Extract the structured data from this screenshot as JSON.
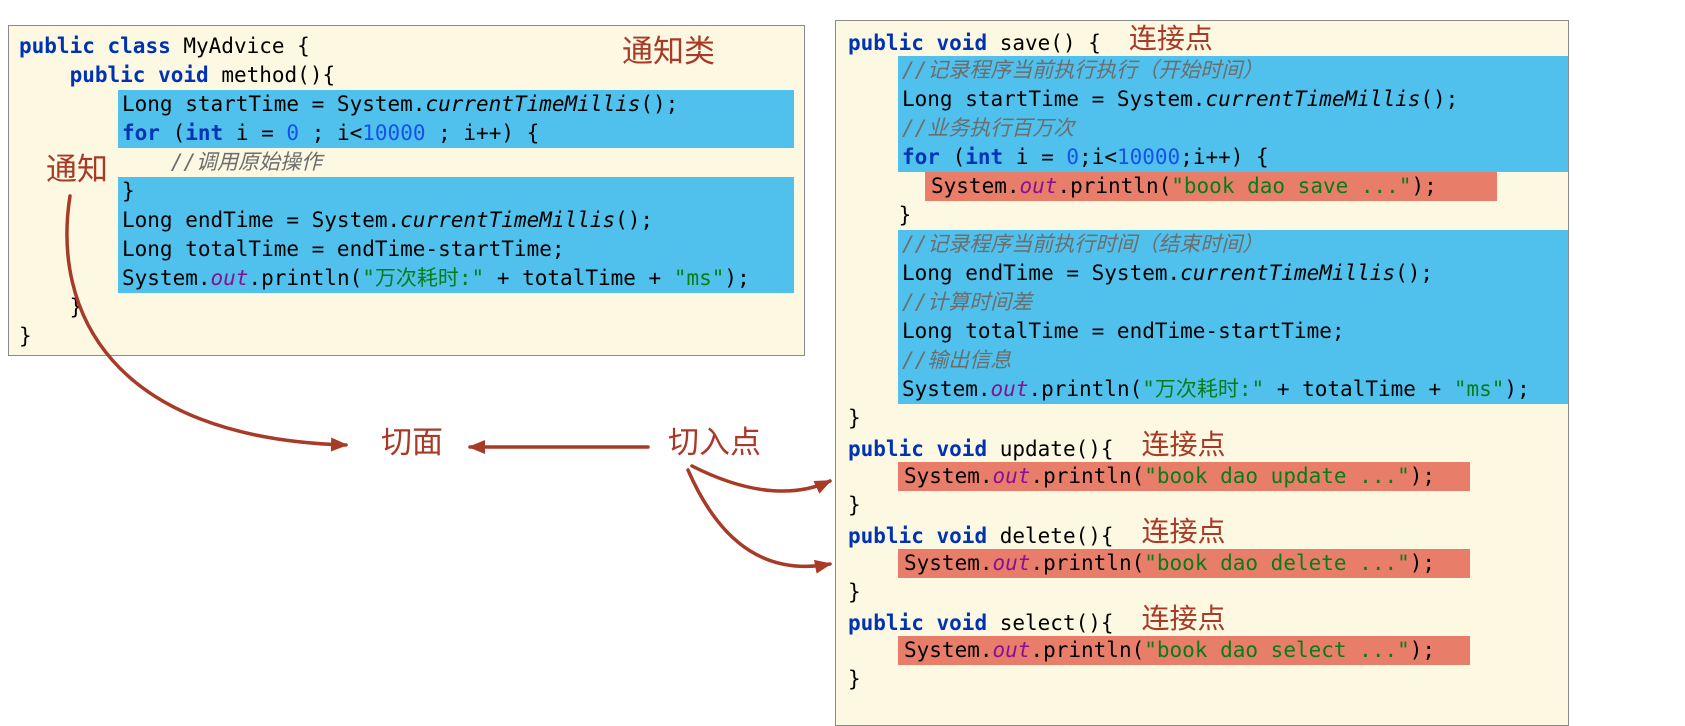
{
  "labels": {
    "advice_class": "通知类",
    "advice": "通知",
    "aspect": "切面",
    "pointcut": "切入点",
    "join_point": "连接点"
  },
  "colors": {
    "panel_bg": "#FCF8E1",
    "hl_blue": "#4FC1EC",
    "hl_red": "#E87E6A",
    "keyword": "#0033B3",
    "number": "#1750EB",
    "string": "#067D17",
    "comment": "#6d6d6d",
    "field": "#871094",
    "label_red": "#A83A28"
  },
  "left_panel": {
    "lines": [
      {
        "hl": "",
        "tokens": [
          [
            "k",
            "public"
          ],
          [
            "p",
            " "
          ],
          [
            "k",
            "class"
          ],
          [
            "p",
            " MyAdvice {"
          ]
        ]
      },
      {
        "hl": "",
        "tokens": [
          [
            "p",
            "    "
          ],
          [
            "k",
            "public"
          ],
          [
            "p",
            " "
          ],
          [
            "k",
            "void"
          ],
          [
            "p",
            " method(){"
          ]
        ]
      },
      {
        "hl": "blue",
        "tokens": [
          [
            "p",
            "Long startTime = System."
          ],
          [
            "i",
            "currentTimeMillis"
          ],
          [
            "p",
            "();"
          ]
        ]
      },
      {
        "hl": "blue",
        "tokens": [
          [
            "k",
            "for"
          ],
          [
            "p",
            " ("
          ],
          [
            "k",
            "int"
          ],
          [
            "p",
            " i = "
          ],
          [
            "n",
            "0"
          ],
          [
            "p",
            " ; i<"
          ],
          [
            "n",
            "10000"
          ],
          [
            "p",
            " ; i++) {"
          ]
        ]
      },
      {
        "hl": "",
        "tokens": [
          [
            "c",
            "            //调用原始操作"
          ]
        ]
      },
      {
        "hl": "blue",
        "tokens": [
          [
            "p",
            "}"
          ]
        ]
      },
      {
        "hl": "blue",
        "tokens": [
          [
            "p",
            "Long endTime = System."
          ],
          [
            "i",
            "currentTimeMillis"
          ],
          [
            "p",
            "();"
          ]
        ]
      },
      {
        "hl": "blue",
        "tokens": [
          [
            "p",
            "Long totalTime = endTime-startTime;"
          ]
        ]
      },
      {
        "hl": "blue",
        "tokens": [
          [
            "p",
            "System."
          ],
          [
            "f",
            "out"
          ],
          [
            "p",
            ".println("
          ],
          [
            "s",
            "\"万次耗时:\""
          ],
          [
            "p",
            " + totalTime + "
          ],
          [
            "s",
            "\"ms\""
          ],
          [
            "p",
            ");"
          ]
        ]
      },
      {
        "hl": "",
        "tokens": [
          [
            "p",
            "    }"
          ]
        ]
      },
      {
        "hl": "",
        "tokens": [
          [
            "p",
            "}"
          ]
        ]
      }
    ]
  },
  "right_panel": {
    "lines": [
      {
        "hl": "",
        "label": true,
        "tokens": [
          [
            "k",
            "public"
          ],
          [
            "p",
            " "
          ],
          [
            "k",
            "void"
          ],
          [
            "p",
            " save() {"
          ]
        ]
      },
      {
        "hl": "blue",
        "tokens": [
          [
            "c",
            "//记录程序当前执行执行（开始时间）"
          ]
        ]
      },
      {
        "hl": "blue",
        "tokens": [
          [
            "p",
            "Long startTime = System."
          ],
          [
            "i",
            "currentTimeMillis"
          ],
          [
            "p",
            "();"
          ]
        ]
      },
      {
        "hl": "blue",
        "tokens": [
          [
            "c",
            "//业务执行百万次"
          ]
        ]
      },
      {
        "hl": "blue",
        "tokens": [
          [
            "k",
            "for"
          ],
          [
            "p",
            " ("
          ],
          [
            "k",
            "int"
          ],
          [
            "p",
            " i = "
          ],
          [
            "n",
            "0"
          ],
          [
            "p",
            ";i<"
          ],
          [
            "n",
            "10000"
          ],
          [
            "p",
            ";i++) {"
          ]
        ]
      },
      {
        "hl": "redd",
        "tokens": [
          [
            "p",
            "System."
          ],
          [
            "f",
            "out"
          ],
          [
            "p",
            ".println("
          ],
          [
            "s",
            "\"book dao save ...\""
          ],
          [
            "p",
            ");"
          ]
        ]
      },
      {
        "hl": "",
        "tokens": [
          [
            "p",
            "    }"
          ]
        ]
      },
      {
        "hl": "blue",
        "tokens": [
          [
            "c",
            "//记录程序当前执行时间（结束时间）"
          ]
        ]
      },
      {
        "hl": "blue",
        "tokens": [
          [
            "p",
            "Long endTime = System."
          ],
          [
            "i",
            "currentTimeMillis"
          ],
          [
            "p",
            "();"
          ]
        ]
      },
      {
        "hl": "blue",
        "tokens": [
          [
            "c",
            "//计算时间差"
          ]
        ]
      },
      {
        "hl": "blue",
        "tokens": [
          [
            "p",
            "Long totalTime = endTime-startTime;"
          ]
        ]
      },
      {
        "hl": "blue",
        "tokens": [
          [
            "c",
            "//输出信息"
          ]
        ]
      },
      {
        "hl": "blue",
        "tokens": [
          [
            "p",
            "System."
          ],
          [
            "f",
            "out"
          ],
          [
            "p",
            ".println("
          ],
          [
            "s",
            "\"万次耗时:\""
          ],
          [
            "p",
            " + totalTime + "
          ],
          [
            "s",
            "\"ms\""
          ],
          [
            "p",
            ");"
          ]
        ]
      },
      {
        "hl": "",
        "tokens": [
          [
            "p",
            "}"
          ]
        ]
      },
      {
        "hl": "",
        "label": true,
        "tokens": [
          [
            "k",
            "public"
          ],
          [
            "p",
            " "
          ],
          [
            "k",
            "void"
          ],
          [
            "p",
            " update(){"
          ]
        ]
      },
      {
        "hl": "red",
        "tokens": [
          [
            "p",
            "System."
          ],
          [
            "f",
            "out"
          ],
          [
            "p",
            ".println("
          ],
          [
            "s",
            "\"book dao update ...\""
          ],
          [
            "p",
            ");"
          ]
        ]
      },
      {
        "hl": "",
        "tokens": [
          [
            "p",
            "}"
          ]
        ]
      },
      {
        "hl": "",
        "label": true,
        "tokens": [
          [
            "k",
            "public"
          ],
          [
            "p",
            " "
          ],
          [
            "k",
            "void"
          ],
          [
            "p",
            " delete(){"
          ]
        ]
      },
      {
        "hl": "red",
        "tokens": [
          [
            "p",
            "System."
          ],
          [
            "f",
            "out"
          ],
          [
            "p",
            ".println("
          ],
          [
            "s",
            "\"book dao delete ...\""
          ],
          [
            "p",
            ");"
          ]
        ]
      },
      {
        "hl": "",
        "tokens": [
          [
            "p",
            "}"
          ]
        ]
      },
      {
        "hl": "",
        "label": true,
        "tokens": [
          [
            "k",
            "public"
          ],
          [
            "p",
            " "
          ],
          [
            "k",
            "void"
          ],
          [
            "p",
            " select(){"
          ]
        ]
      },
      {
        "hl": "red",
        "tokens": [
          [
            "p",
            "System."
          ],
          [
            "f",
            "out"
          ],
          [
            "p",
            ".println("
          ],
          [
            "s",
            "\"book dao select ...\""
          ],
          [
            "p",
            ");"
          ]
        ]
      },
      {
        "hl": "",
        "tokens": [
          [
            "p",
            "}"
          ]
        ]
      }
    ]
  }
}
